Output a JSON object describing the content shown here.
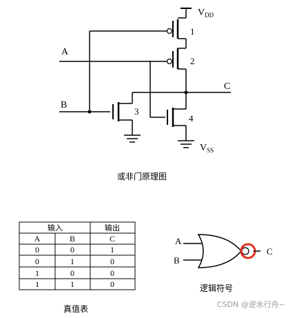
{
  "circuit": {
    "labels": {
      "vdd_main": "V",
      "vdd_sub": "DD",
      "vss_main": "V",
      "vss_sub": "SS",
      "input_a": "A",
      "input_b": "B",
      "output_c": "C",
      "t1": "1",
      "t2": "2",
      "t3": "3",
      "t4": "4"
    },
    "caption": "或非门原理图"
  },
  "truth_table": {
    "group_headers": [
      "输入",
      "输出"
    ],
    "columns": [
      "A",
      "B",
      "C"
    ],
    "rows": [
      [
        "0",
        "0",
        "1"
      ],
      [
        "0",
        "1",
        "0"
      ],
      [
        "1",
        "0",
        "0"
      ],
      [
        "1",
        "1",
        "0"
      ]
    ],
    "caption": "真值表"
  },
  "logic_symbol": {
    "input_a": "A",
    "input_b": "B",
    "output_c": "C",
    "caption": "逻辑符号",
    "highlight_color": "#e0301e"
  },
  "watermark": "CSDN @逆水行舟~"
}
